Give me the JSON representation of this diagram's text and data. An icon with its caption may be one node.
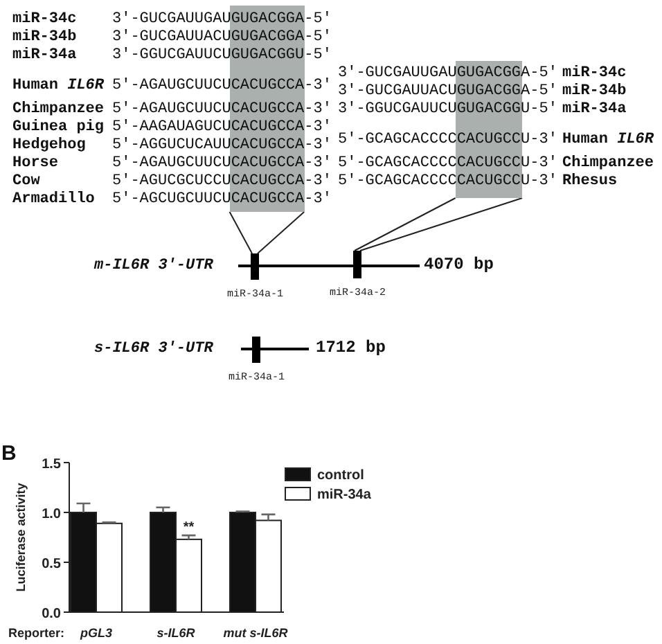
{
  "diagram": {
    "nodes": [
      {
        "text": [],
        "shape": "box"
      },
      {
        "text": [],
        "shape": "box"
      },
      {
        "text": [],
        "shape": "bar",
        "beside": [
          "miR-34a-1"
        ]
      },
      {
        "text": [],
        "shape": "bar",
        "beside": [
          "miR-34a-2"
        ]
      },
      {
        "text": [],
        "shape": "bar",
        "beside": [
          "miR-34a-1"
        ]
      }
    ],
    "edges": [
      {
        "from": 0,
        "to": 2,
        "arrow": "none"
      },
      {
        "from": 0,
        "to": 2,
        "arrow": "none"
      },
      {
        "from": 1,
        "to": 3,
        "arrow": "none"
      },
      {
        "from": 1,
        "to": 3,
        "arrow": "none"
      }
    ],
    "labels": [
      "miR-34c",
      "3′-GUCGAUUGAUGUGACGGA-5′",
      "miR-34b",
      "3′-GUCGAUUACUGUGACGGA-5′",
      "miR-34a",
      "3′-GGUCGAUUCUGUGACGGU-5′",
      "Human *IL6R*",
      "5′-AGAUGCUUCUCACUGCCA-3′",
      "Chimpanzee",
      "5′-AGAUGCUUCUCACUGCCA-3′",
      "Guinea pig",
      "5′-AAGAUAGUCUCACUGCCA-3′",
      "Hedgehog",
      "5′-AGGUCUCAUUCACUGCCA-3′",
      "Horse",
      "5′-AGAUGCUUCUCACUGCCA-3′",
      "Cow",
      "5′-AGUCGCUCCUCACUGCCA-3′",
      "Armadillo",
      "5′-AGCUGCUUCUCACUGCCA-3′",
      "3′-GUCGAUUGAUGUGACGGA-5′",
      "miR-34c",
      "3′-GUCGAUUACUGUGACGGA-5′",
      "miR-34b",
      "3′-GGUCGAUUCUGUGACGGU-5′",
      "miR-34a",
      "5′-GCAGCACCCCCACUGCCU-3′",
      "Human *IL6R*",
      "5′-GCAGCACCCCCACUGCCU-3′",
      "Chimpanzee",
      "5′-GCAGCACCCCCACUGCCU-3′",
      "Rhesus",
      "m-IL6R 3′-UTR",
      "4070 bp",
      "s-IL6R 3′-UTR",
      "1712 bp",
      "B"
    ],
    "chart_data": {
      "type": "bar",
      "ylabel": "Luciferase activity",
      "xlabel": "Reporter:",
      "categories": [
        "pGL3",
        "s-IL6R",
        "mut s-IL6R"
      ],
      "series": [
        {
          "name": "control",
          "color": "#111111",
          "values": [
            1.0,
            1.0,
            1.0
          ],
          "errors": [
            0.09,
            0.05,
            0.01
          ]
        },
        {
          "name": "miR-34a",
          "color": "#ffffff",
          "values": [
            0.89,
            0.73,
            0.92
          ],
          "errors": [
            0.01,
            0.04,
            0.06
          ]
        }
      ],
      "ylim": [
        0,
        1.5
      ],
      "yticks": [
        {
          "value": 0,
          "label": "0.0"
        },
        {
          "value": 0.5,
          "label": "0.5"
        },
        {
          "value": 1,
          "label": "1.0"
        },
        {
          "value": 1.5,
          "label": "1.5"
        }
      ],
      "legend": "right",
      "annotations": [
        {
          "text": "**",
          "x": "s-IL6R",
          "y": 0.77
        }
      ]
    }
  }
}
